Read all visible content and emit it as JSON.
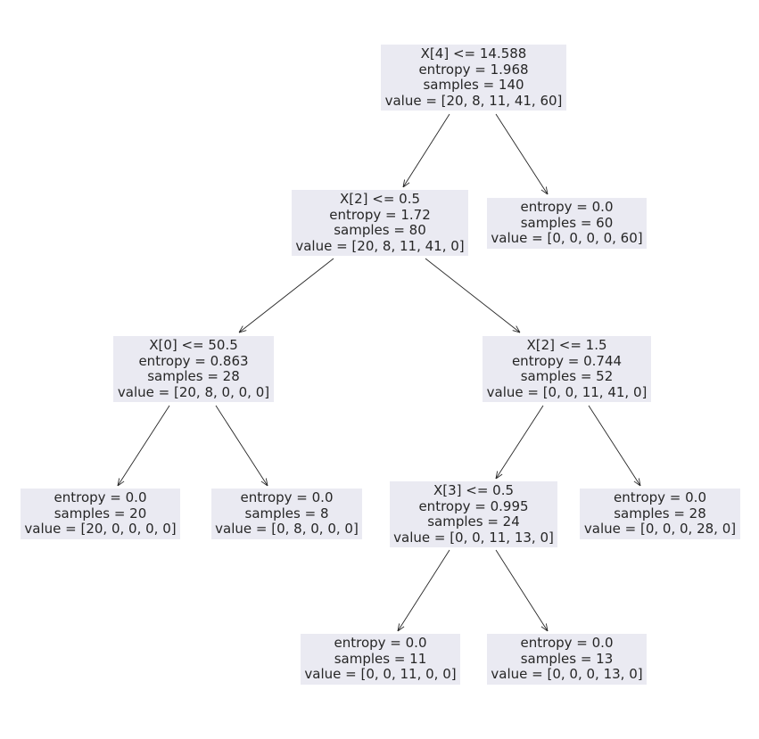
{
  "tree": {
    "nodes": {
      "n0": {
        "split": "X[4] <= 14.588",
        "entropy": "entropy = 1.968",
        "samples": "samples = 140",
        "value": "value = [20, 8, 11, 41, 60]"
      },
      "n1": {
        "split": "X[2] <= 0.5",
        "entropy": "entropy = 1.72",
        "samples": "samples = 80",
        "value": "value = [20, 8, 11, 41, 0]"
      },
      "n2": {
        "entropy": "entropy = 0.0",
        "samples": "samples = 60",
        "value": "value = [0, 0, 0, 0, 60]"
      },
      "n3": {
        "split": "X[0] <= 50.5",
        "entropy": "entropy = 0.863",
        "samples": "samples = 28",
        "value": "value = [20, 8, 0, 0, 0]"
      },
      "n4": {
        "split": "X[2] <= 1.5",
        "entropy": "entropy = 0.744",
        "samples": "samples = 52",
        "value": "value = [0, 0, 11, 41, 0]"
      },
      "n5": {
        "entropy": "entropy = 0.0",
        "samples": "samples = 20",
        "value": "value = [20, 0, 0, 0, 0]"
      },
      "n6": {
        "entropy": "entropy = 0.0",
        "samples": "samples = 8",
        "value": "value = [0, 8, 0, 0, 0]"
      },
      "n7": {
        "split": "X[3] <= 0.5",
        "entropy": "entropy = 0.995",
        "samples": "samples = 24",
        "value": "value = [0, 0, 11, 13, 0]"
      },
      "n8": {
        "entropy": "entropy = 0.0",
        "samples": "samples = 28",
        "value": "value = [0, 0, 0, 28, 0]"
      },
      "n9": {
        "entropy": "entropy = 0.0",
        "samples": "samples = 11",
        "value": "value = [0, 0, 11, 0, 0]"
      },
      "n10": {
        "entropy": "entropy = 0.0",
        "samples": "samples = 13",
        "value": "value = [0, 0, 0, 13, 0]"
      }
    }
  },
  "colors": {
    "node_fill": "#eaeaf2",
    "text": "#262626",
    "edge": "#262626"
  }
}
